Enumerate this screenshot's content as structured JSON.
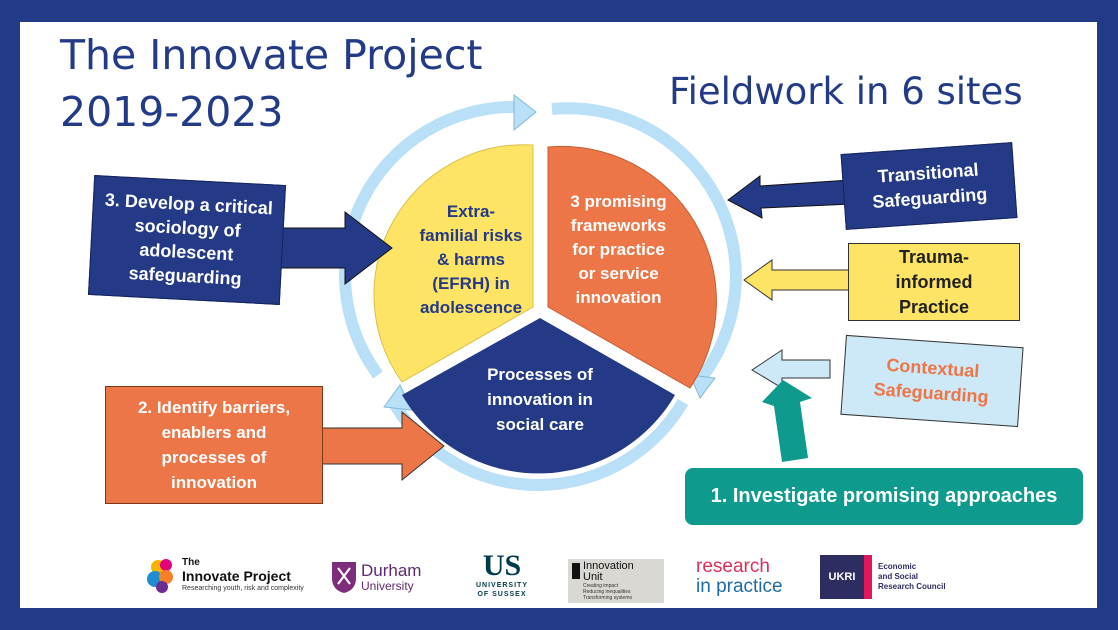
{
  "title": {
    "line1": "The Innovate Project",
    "line2": "2019-2023"
  },
  "subtitle": "Fieldwork in 6 sites",
  "cycle": {
    "segment_efrh": [
      "Extra-",
      "familial risks",
      "& harms",
      "(EFRH) in",
      "adolescence"
    ],
    "segment_frameworks": [
      "3 promising",
      "frameworks",
      "for practice",
      "or service",
      "innovation"
    ],
    "segment_processes": [
      "Processes of",
      "innovation in",
      "social care"
    ]
  },
  "left_boxes": {
    "sociology": [
      "3. Develop a critical",
      "sociology of",
      "adolescent",
      "safeguarding"
    ],
    "barriers": [
      "2. Identify barriers,",
      "enablers and",
      "processes of",
      "innovation"
    ]
  },
  "frameworks": {
    "transitional": [
      "Transitional",
      "Safeguarding"
    ],
    "trauma": [
      "Trauma-",
      "informed",
      "Practice"
    ],
    "contextual": [
      "Contextual",
      "Safeguarding"
    ]
  },
  "investigate": "1. Investigate promising approaches",
  "logos": {
    "innovate_name": "The",
    "innovate_name2": "Innovate Project",
    "innovate_tagline": "Researching youth, risk and complexity",
    "durham": [
      "Durham",
      "University"
    ],
    "sussex_mark": "US",
    "sussex_text": [
      "UNIVERSITY",
      "OF SUSSEX"
    ],
    "innovation_unit": [
      "Innovation",
      "Unit"
    ],
    "innovation_unit_tag": [
      "Creating impact",
      "Reducing inequalities",
      "Transforming systems"
    ],
    "rip": [
      "research",
      "in practice"
    ],
    "ukri": "UKRI",
    "esrc": [
      "Economic",
      "and Social",
      "Research Council"
    ]
  },
  "colors": {
    "navy": "#253a86",
    "orange": "#ec7647",
    "yellow": "#fde465",
    "light_blue": "#cde8f6",
    "arrow_blue": "#b9e0f7",
    "teal": "#0e9a8c"
  }
}
